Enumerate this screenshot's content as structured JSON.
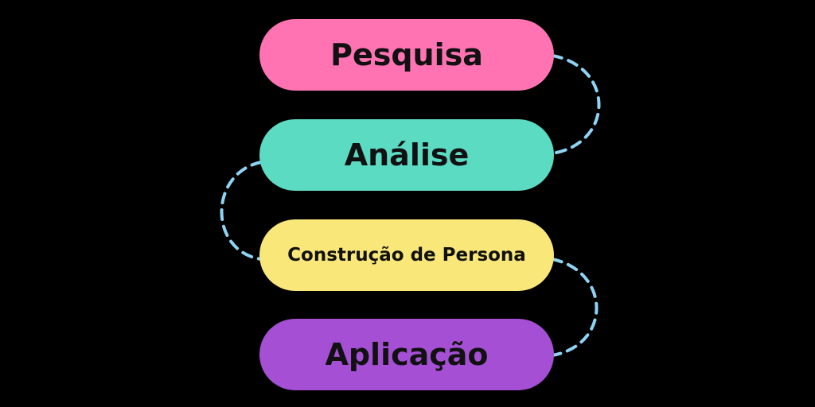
{
  "diagram": {
    "background": "#000000",
    "connector_color": "#8fd3f4",
    "steps": [
      {
        "label": "Pesquisa",
        "color": "#ff73b3"
      },
      {
        "label": "Análise",
        "color": "#5cdbc3"
      },
      {
        "label": "Construção de Persona",
        "color": "#f9e77a"
      },
      {
        "label": "Aplicação",
        "color": "#a44fd4"
      }
    ]
  }
}
